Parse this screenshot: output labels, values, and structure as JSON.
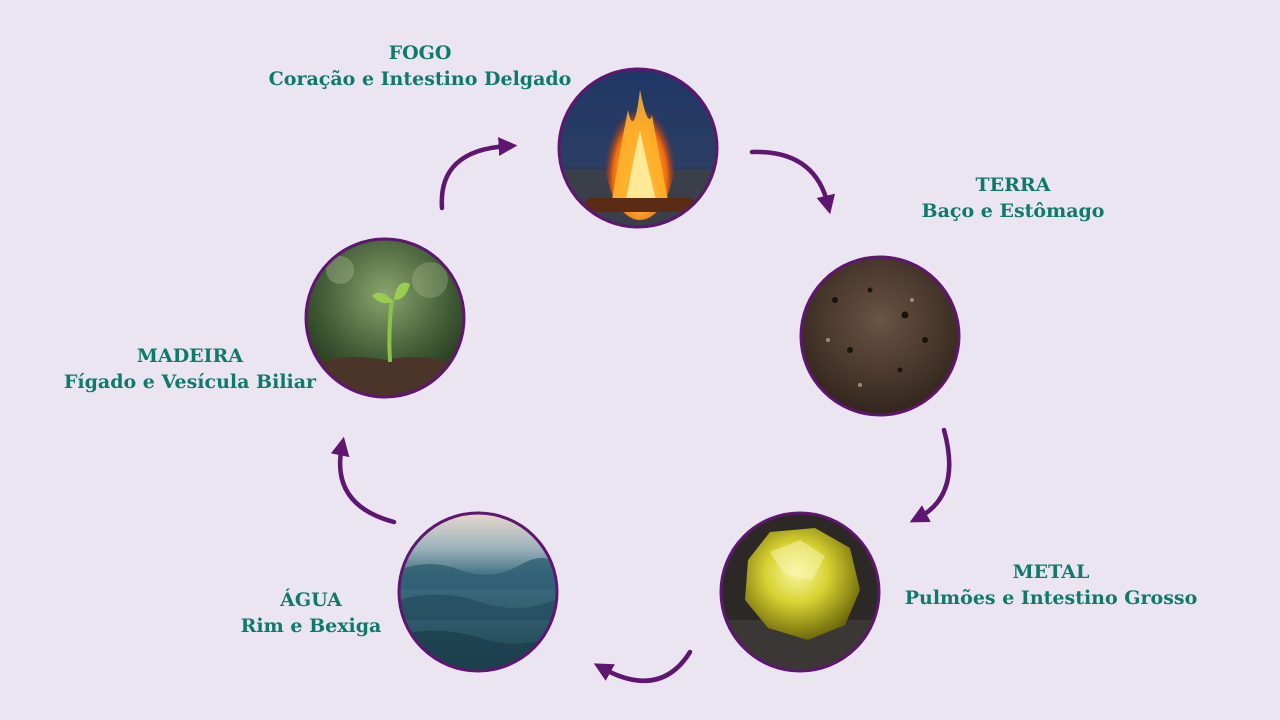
{
  "colors": {
    "background": "#ebe4f1",
    "label_text": "#0e7a6a",
    "arrow": "#5e1670",
    "circle_border": "#5e1670"
  },
  "elements": [
    {
      "id": "fogo",
      "image": "bonfire-photo",
      "title": "FOGO",
      "organs": "Coração e Intestino Delgado"
    },
    {
      "id": "terra",
      "image": "soil-photo",
      "title": "TERRA",
      "organs": "Baço e Estômago"
    },
    {
      "id": "metal",
      "image": "gold-nugget-photo",
      "title": "METAL",
      "organs": "Pulmões e Intestino Grosso"
    },
    {
      "id": "agua",
      "image": "ocean-wave-photo",
      "title": "ÁGUA",
      "organs": "Rim e Bexiga"
    },
    {
      "id": "madeira",
      "image": "sprout-photo",
      "title": "MADEIRA",
      "organs": "Fígado e Vesícula Biliar"
    }
  ]
}
